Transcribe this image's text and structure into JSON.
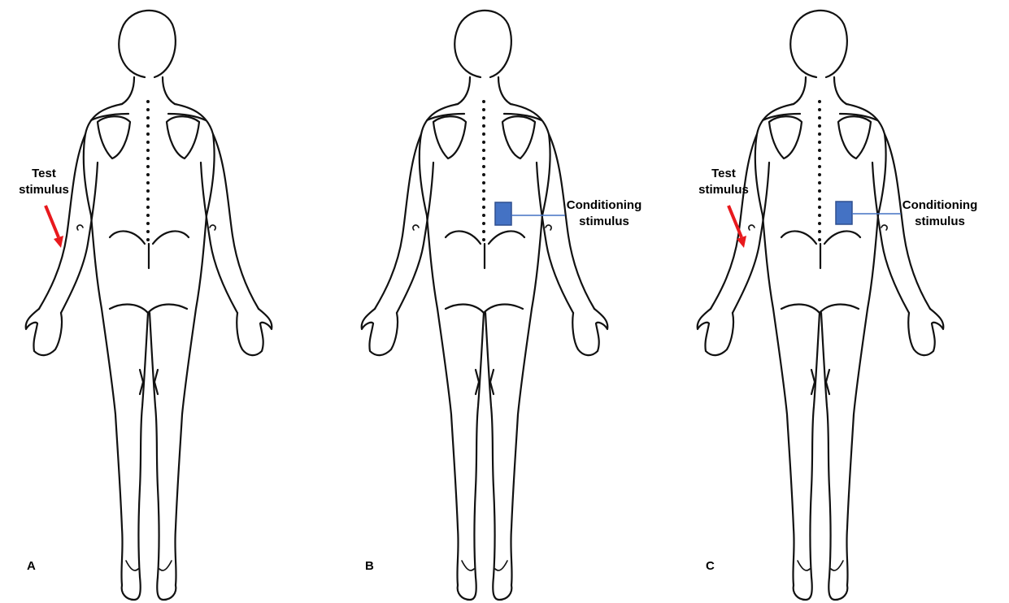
{
  "panels": [
    {
      "id": "A",
      "letter": "A",
      "test_stimulus": {
        "line1": "Test",
        "line2": "stimulus",
        "arrow_color": "#e8191d"
      }
    },
    {
      "id": "B",
      "letter": "B",
      "conditioning_stimulus": {
        "line1": "Conditioning",
        "line2": "stimulus",
        "box_fill": "#4472c4",
        "box_stroke": "#2f4f8f",
        "line_color": "#4472c4"
      }
    },
    {
      "id": "C",
      "letter": "C",
      "test_stimulus": {
        "line1": "Test",
        "line2": "stimulus",
        "arrow_color": "#e8191d"
      },
      "conditioning_stimulus": {
        "line1": "Conditioning",
        "line2": "stimulus",
        "box_fill": "#4472c4",
        "box_stroke": "#2f4f8f",
        "line_color": "#4472c4"
      }
    }
  ]
}
